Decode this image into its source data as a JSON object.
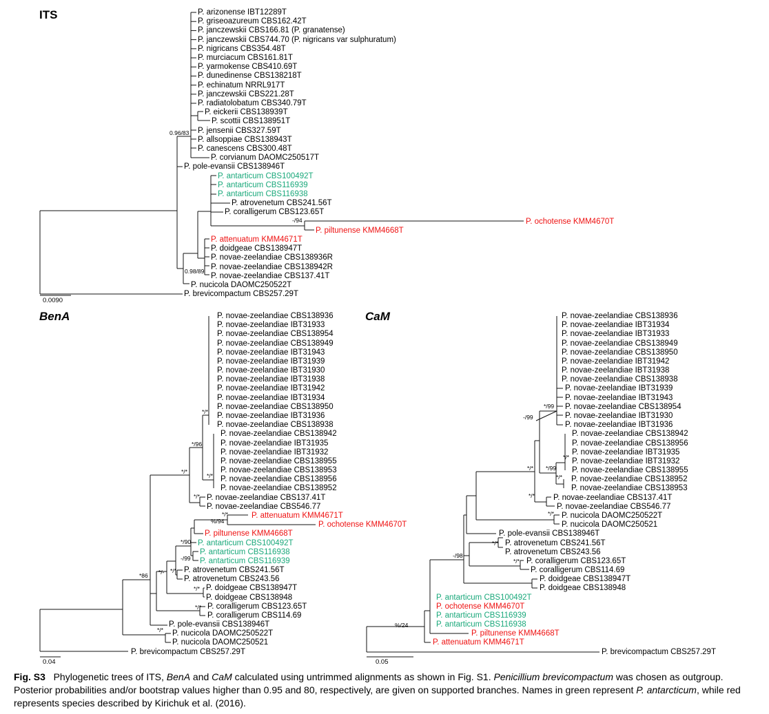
{
  "colors": {
    "green": "#19a87a",
    "red": "#ee1111",
    "black": "#000000"
  },
  "trees": {
    "its": {
      "title": "ITS",
      "scale": "0.0090",
      "leaves": [
        {
          "label": "P. arizonense IBT12289T",
          "color": "black"
        },
        {
          "label": "P. griseoazureum CBS162.42T",
          "color": "black"
        },
        {
          "label": "P. janczewskii CBS166.81 (P. granatense)",
          "color": "black"
        },
        {
          "label": "P. janczewskii CBS744.70 (P. nigricans var sulphuratum)",
          "color": "black"
        },
        {
          "label": "P. nigricans CBS354.48T",
          "color": "black"
        },
        {
          "label": "P. murciacum CBS161.81T",
          "color": "black"
        },
        {
          "label": "P. yarmokense CBS410.69T",
          "color": "black"
        },
        {
          "label": "P. dunedinense CBS138218T",
          "color": "black"
        },
        {
          "label": "P. echinatum NRRL917T",
          "color": "black"
        },
        {
          "label": "P. janczewskii CBS221.28T",
          "color": "black"
        },
        {
          "label": "P. radiatolobatum CBS340.79T",
          "color": "black"
        },
        {
          "label": "P. eickerii CBS138939T",
          "color": "black"
        },
        {
          "label": "P. scottii CBS138951T",
          "color": "black"
        },
        {
          "label": "P. jensenii CBS327.59T",
          "color": "black"
        },
        {
          "label": "P. allsoppiae CBS138943T",
          "color": "black"
        },
        {
          "label": "P. canescens CBS300.48T",
          "color": "black"
        },
        {
          "label": "P. corvianum DAOMC250517T",
          "color": "black"
        },
        {
          "label": "P. pole-evansii CBS138946T",
          "color": "black"
        },
        {
          "label": "P. antarticum CBS100492T",
          "color": "green"
        },
        {
          "label": "P. antarticum CBS116939",
          "color": "green"
        },
        {
          "label": "P. antarticum CBS116938",
          "color": "green"
        },
        {
          "label": "P. atrovenetum CBS241.56T",
          "color": "black"
        },
        {
          "label": "P. coralligerum CBS123.65T",
          "color": "black"
        },
        {
          "label": "P. ochotense KMM4670T",
          "color": "red"
        },
        {
          "label": "P. piltunense KMM4668T",
          "color": "red"
        },
        {
          "label": "P. attenuatum KMM4671T",
          "color": "red"
        },
        {
          "label": "P. doidgeae CBS138947T",
          "color": "black"
        },
        {
          "label": "P. novae-zeelandiae CBS138936R",
          "color": "black"
        },
        {
          "label": "P. novae-zeelandiae CBS138942R",
          "color": "black"
        },
        {
          "label": "P. novae-zeelandiae CBS137.41T",
          "color": "black"
        },
        {
          "label": "P. nucicola DAOMC250522T",
          "color": "black"
        },
        {
          "label": "P. brevicompactum CBS257.29T",
          "color": "black"
        }
      ],
      "supports": [
        "0.96/83",
        "-/94",
        "0.98/89"
      ]
    },
    "bena": {
      "title": "BenA",
      "scale": "0.04",
      "leaves": [
        {
          "label": "P. novae-zeelandiae CBS138936",
          "color": "black"
        },
        {
          "label": "P. novae-zeelandiae IBT31933",
          "color": "black"
        },
        {
          "label": "P. novae-zeelandiae CBS138954",
          "color": "black"
        },
        {
          "label": "P. novae-zeelandiae CBS138949",
          "color": "black"
        },
        {
          "label": "P. novae-zeelandiae IBT31943",
          "color": "black"
        },
        {
          "label": "P. novae-zeelandiae IBT31939",
          "color": "black"
        },
        {
          "label": "P. novae-zeelandiae IBT31930",
          "color": "black"
        },
        {
          "label": "P. novae-zeelandiae IBT31938",
          "color": "black"
        },
        {
          "label": "P. novae-zeelandiae IBT31942",
          "color": "black"
        },
        {
          "label": "P. novae-zeelandiae IBT31934",
          "color": "black"
        },
        {
          "label": "P. novae-zeelandiae CBS138950",
          "color": "black"
        },
        {
          "label": "P. novae-zeelandiae IBT31936",
          "color": "black"
        },
        {
          "label": "P. novae-zeelandiae CBS138938",
          "color": "black"
        },
        {
          "label": "P. novae-zeelandiae CBS138942",
          "color": "black"
        },
        {
          "label": "P. novae-zeelandiae IBT31935",
          "color": "black"
        },
        {
          "label": "P. novae-zeelandiae IBT31932",
          "color": "black"
        },
        {
          "label": "P. novae-zeelandiae CBS138955",
          "color": "black"
        },
        {
          "label": "P. novae-zeelandiae CBS138953",
          "color": "black"
        },
        {
          "label": "P. novae-zeelandiae CBS138956",
          "color": "black"
        },
        {
          "label": "P. novae-zeelandiae CBS138952",
          "color": "black"
        },
        {
          "label": "P. novae-zeelandiae CBS137.41T",
          "color": "black"
        },
        {
          "label": "P. novae-zeelandiae CBS546.77",
          "color": "black"
        },
        {
          "label": "P. attenuatum KMM4671T",
          "color": "red"
        },
        {
          "label": "P. ochotense KMM4670T",
          "color": "red"
        },
        {
          "label": "P. piltunense KMM4668T",
          "color": "red"
        },
        {
          "label": "P. antarticum CBS100492T",
          "color": "green"
        },
        {
          "label": "P. antarticum CBS116938",
          "color": "green"
        },
        {
          "label": "P. antarticum CBS116939",
          "color": "green"
        },
        {
          "label": "P. atrovenetum CBS241.56T",
          "color": "black"
        },
        {
          "label": "P. atrovenetum CBS243.56",
          "color": "black"
        },
        {
          "label": "P. doidgeae CBS138947T",
          "color": "black"
        },
        {
          "label": "P. doidgeae CBS138948",
          "color": "black"
        },
        {
          "label": "P. coralligerum CBS123.65T",
          "color": "black"
        },
        {
          "label": "P. coralligerum CBS114.69",
          "color": "black"
        },
        {
          "label": "P. pole-evansii CBS138946T",
          "color": "black"
        },
        {
          "label": "P. nucicola DAOMC250522T",
          "color": "black"
        },
        {
          "label": "P. nucicola DAOMC250521",
          "color": "black"
        },
        {
          "label": "P. brevicompactum CBS257.29T",
          "color": "black"
        }
      ],
      "supports": [
        "*/*",
        "*/96",
        "*/*",
        "*/*",
        "*/*",
        "*/*",
        "%/94",
        "*/90",
        "-/99",
        "*/*",
        "*/-",
        "*/*",
        "*/*",
        "*86",
        "*/*"
      ]
    },
    "cam": {
      "title": "CaM",
      "scale": "0.05",
      "leaves": [
        {
          "label": "P. novae-zeelandiae CBS138936",
          "color": "black"
        },
        {
          "label": "P. novae-zeelandiae IBT31934",
          "color": "black"
        },
        {
          "label": "P. novae-zeelandiae IBT31933",
          "color": "black"
        },
        {
          "label": "P. novae-zeelandiae CBS138949",
          "color": "black"
        },
        {
          "label": "P. novae-zeelandiae CBS138950",
          "color": "black"
        },
        {
          "label": "P. novae-zeelandiae IBT31942",
          "color": "black"
        },
        {
          "label": "P. novae-zeelandiae IBT31938",
          "color": "black"
        },
        {
          "label": "P. novae-zeelandiae CBS138938",
          "color": "black"
        },
        {
          "label": "P. novae-zeelandiae IBT31939",
          "color": "black"
        },
        {
          "label": "P. novae-zeelandiae IBT31943",
          "color": "black"
        },
        {
          "label": "P. novae-zeelandiae CBS138954",
          "color": "black"
        },
        {
          "label": "P. novae-zeelandiae IBT31930",
          "color": "black"
        },
        {
          "label": "P. novae-zeelandiae IBT31936",
          "color": "black"
        },
        {
          "label": "P. novae-zeelandiae CBS138942",
          "color": "black"
        },
        {
          "label": "P. novae-zeelandiae CBS138956",
          "color": "black"
        },
        {
          "label": "P. novae-zeelandiae IBT31935",
          "color": "black"
        },
        {
          "label": "P. novae-zeelandiae IBT31932",
          "color": "black"
        },
        {
          "label": "P. novae-zeelandiae CBS138955",
          "color": "black"
        },
        {
          "label": "P. novae-zeelandiae CBS138952",
          "color": "black"
        },
        {
          "label": "P. novae-zeelandiae CBS138953",
          "color": "black"
        },
        {
          "label": "P. novae-zeelandiae CBS137.41T",
          "color": "black"
        },
        {
          "label": "P. novae-zeelandiae CBS546.77",
          "color": "black"
        },
        {
          "label": "P. nucicola DAOMC250522T",
          "color": "black"
        },
        {
          "label": "P. nucicola DAOMC250521",
          "color": "black"
        },
        {
          "label": "P. pole-evansii CBS138946T",
          "color": "black"
        },
        {
          "label": "P. atrovenetum CBS241.56T",
          "color": "black"
        },
        {
          "label": "P. atrovenetum CBS243.56",
          "color": "black"
        },
        {
          "label": "P. coralligerum CBS123.65T",
          "color": "black"
        },
        {
          "label": "P. coralligerum CBS114.69",
          "color": "black"
        },
        {
          "label": "P. doidgeae CBS138947T",
          "color": "black"
        },
        {
          "label": "P. doidgeae CBS138948",
          "color": "black"
        },
        {
          "label": "P. antarticum CBS100492T",
          "color": "green"
        },
        {
          "label": "P. ochotense KMM4670T",
          "color": "red"
        },
        {
          "label": "P. antarticum CBS116939",
          "color": "green"
        },
        {
          "label": "P. antarticum CBS116938",
          "color": "green"
        },
        {
          "label": "P. piltunense KMM4668T",
          "color": "red"
        },
        {
          "label": "P. attenuatum KMM4671T",
          "color": "red"
        },
        {
          "label": "P. brevicompactum CBS257.29T",
          "color": "black"
        }
      ],
      "supports": [
        "*/99",
        "-/99",
        "*/*",
        "*/99",
        "*/*",
        "*/*",
        "*/*",
        "*/*",
        "*/*",
        "*/*",
        "-/98",
        "%/24"
      ]
    }
  },
  "caption": {
    "fig": "Fig. S3",
    "t1": "Phylogenetic trees of ITS, ",
    "i1": "BenA",
    "t2": " and ",
    "i2": "CaM",
    "t3": " calculated using untrimmed alignments as shown in Fig. S1. ",
    "i3": "Penicillium brevicompactum",
    "t4": " was chosen as outgroup. Posterior probabilities and/or bootstrap values higher than 0.95 and 80, respectively, are given on supported branches. Names in green represent ",
    "i4": "P. antarcticum",
    "t5": ", while red represents species described by Kirichuk et al. (2016)."
  }
}
